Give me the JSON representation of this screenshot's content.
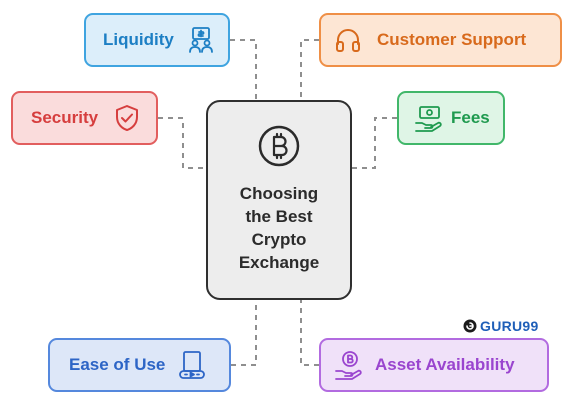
{
  "center": {
    "title_lines": [
      "Choosing",
      "the Best",
      "Crypto",
      "Exchange"
    ],
    "icon": "bitcoin-icon"
  },
  "factors": [
    {
      "label": "Liquidity",
      "icon": "liquidity-icon",
      "color": "#3fa4e0"
    },
    {
      "label": "Customer Support",
      "icon": "headphones-icon",
      "color": "#ef8f46"
    },
    {
      "label": "Security",
      "icon": "shield-check-icon",
      "color": "#e25e5e"
    },
    {
      "label": "Fees",
      "icon": "money-hand-icon",
      "color": "#41b76a"
    },
    {
      "label": "Ease of Use",
      "icon": "video-player-icon",
      "color": "#5588dd"
    },
    {
      "label": "Asset Availability",
      "icon": "coin-hand-icon",
      "color": "#b26be0"
    }
  ],
  "watermark": {
    "text": "GURU99"
  }
}
